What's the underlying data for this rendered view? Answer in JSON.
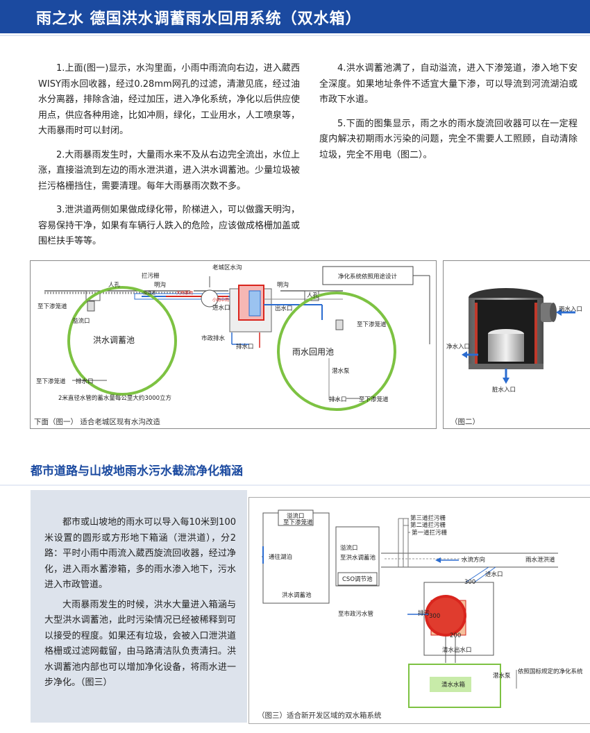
{
  "header": {
    "title": "雨之水  德国洪水调蓄雨水回用系统（双水箱）"
  },
  "left_paragraphs": [
    "1.上面(图一)显示，水沟里面，小雨中雨流向右边，进入葳西WISY雨水回收器，经过0.28mm网孔的过滤，清澈见底，经过油水分离器，排除含油，经过加压，进入净化系统，净化以后供应使用点，供应各种用途，比如冲厕，绿化，工业用水，人工喷泉等，大雨暴雨时可以封闭。",
    "2.大雨暴雨发生时，大量雨水来不及从右边完全流出，水位上涨，直接溢流到左边的雨水泄洪道，进入洪水调蓄池。少量垃圾被拦污格栅挡住，需要清理。每年大雨暴雨次数不多。",
    "3.泄洪道两侧如果做成绿化带，阶梯进入，可以做露天明沟，容易保持干净，如果有车辆行人跌入的危险，应该做成格栅加盖或围栏扶手等等。"
  ],
  "right_paragraphs": [
    "4.洪水调蓄池满了，自动溢流，进入下渗笼道，渗入地下安全深度。如果地址条件不适宜大量下渗，可以导流到河流湖泊或市政下水道。",
    "5.下面的图集显示，雨之水的雨水旋流回收器可以在一定程度内解决初期雨水污染的问题，完全不需要人工照顾，自动清除垃圾，完全不用电（图二）。"
  ],
  "fig1": {
    "caption": "下面（图一）  适合老城区现有水沟改造",
    "labels": {
      "old_ditch": "老城区水沟",
      "purify": "净化系统依照用途设计",
      "grate": "拦污栅",
      "open_ditch_l": "明沟",
      "open_ditch_r": "明沟",
      "manhole_l": "人孔",
      "manhole_r": "人孔",
      "overflow_in": "溢流进",
      "heavy_rain": "大雨暴雨",
      "light_rain": "小雨中雨",
      "inlet": "进水口",
      "outlet": "出水口",
      "to_infiltrate_1": "至下渗笼道",
      "overflow_l": "溢流口",
      "flood_pool": "洪水调蓄池",
      "to_infiltrate_2": "至下渗笼道",
      "drain_l": "排水口",
      "note": "2米直径水管的蓄水量每公里大约3000立方",
      "municipal_drain": "市政排水",
      "drain_mid": "排水口",
      "to_infiltrate_3": "至下渗笼道",
      "reuse_pool": "雨水回用池",
      "sub_pump": "潜水泵",
      "drain_r": "排水口",
      "to_infiltrate_4": "至下渗笼道"
    }
  },
  "fig2": {
    "caption": "（图二）",
    "labels": {
      "rain_in": "雨水入口",
      "clean_out": "净水入口",
      "dirty_out": "脏水入口"
    }
  },
  "section2": {
    "title": "都市道路与山坡地雨水污水截流净化箱涵"
  },
  "side_paragraphs": [
    "都市或山坡地的雨水可以导入每10米到100米设置的圆形或方形地下箱涵（泄洪道），分2路：平时小雨中雨流入葳西旋流回收器，经过净化，进入雨水蓄渗箱，多的雨水渗入地下，污水进入市政管道。",
    "大雨暴雨发生的时候，洪水大量进入箱涵与大型洪水调蓄池，此时污染情况已经被稀释到可以接受的程度。如果还有垃圾，会被入口泄洪道格栅或过滤网截留，由马路清洁队负责清扫。洪水调蓄池内部也可以增加净化设备，将雨水进一步净化。（图三）"
  ],
  "fig3": {
    "caption": "（图三）适合新开发区域的双水箱系统",
    "labels": {
      "overflow_top": "溢流口",
      "to_infiltrate": "至下渗笼道",
      "to_lake": "通往湖泊",
      "flood_pool": "洪水调蓄池",
      "overflow_mid": "溢流口",
      "to_flood_pool": "至洪水调蓄池",
      "cso": "CSO调节池",
      "grate1": "第三道拦污栅",
      "grate2": "第二道拦污栅",
      "grate3": "第一道拦污栅",
      "flow_dir": "水流方向",
      "flood_channel": "雨水泄洪道",
      "inlet": "进水口",
      "dim300a": "300",
      "to_sewer": "至市政污水管",
      "sewage": "排污",
      "dim300b": "300",
      "dim200": "200",
      "clean_out": "清水出水口",
      "pump": "潜水泵",
      "purify": "依照国标规定的净化系统",
      "clean_tank": "清水水箱"
    }
  },
  "colors": {
    "brand": "#1b4aa0",
    "green": "#7dc242",
    "blue": "#2b6cd0",
    "red": "#d9251d"
  }
}
